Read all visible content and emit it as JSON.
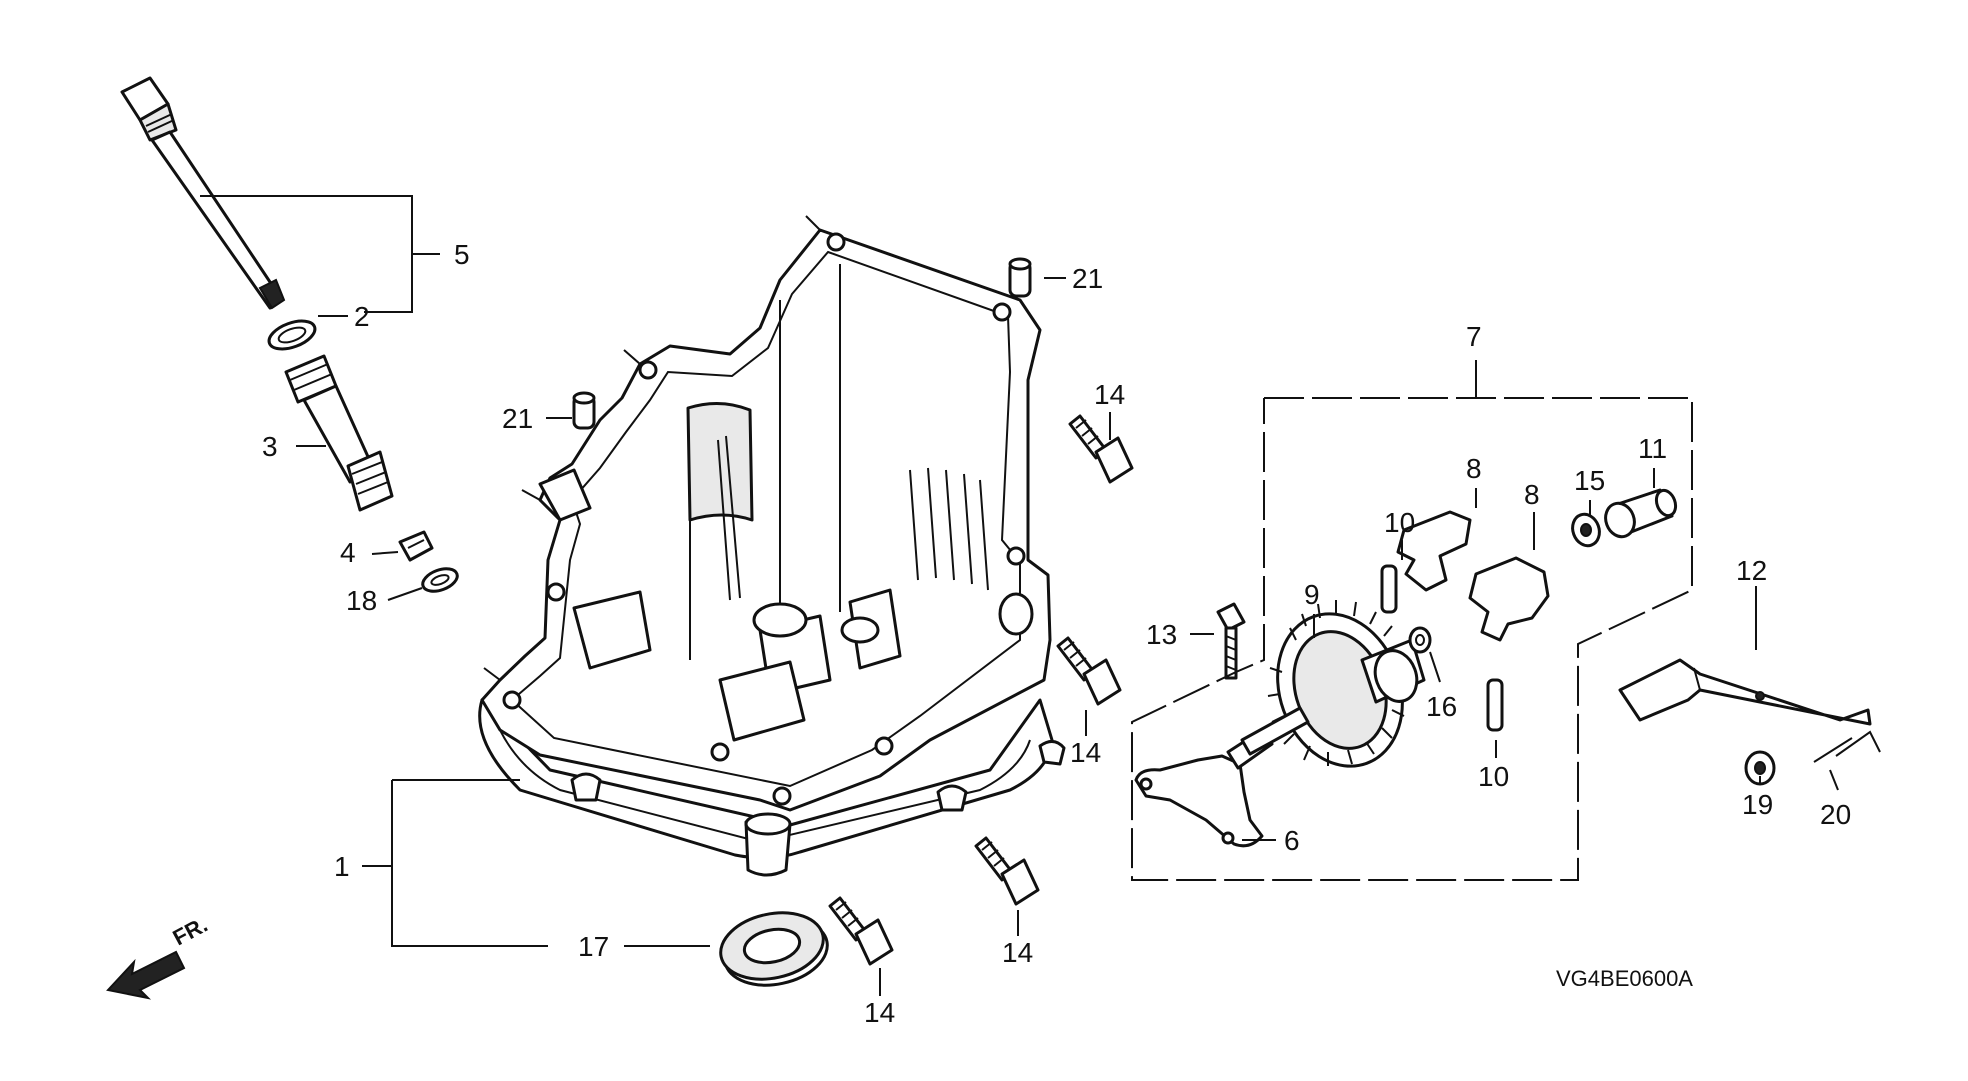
{
  "diagram": {
    "diagram_code": "VG4BE0600A",
    "direction_marker": "FR.",
    "callouts": {
      "c1": "1",
      "c2": "2",
      "c3": "3",
      "c4": "4",
      "c5": "5",
      "c6": "6",
      "c7": "7",
      "c8a": "8",
      "c8b": "8",
      "c9": "9",
      "c10a": "10",
      "c10b": "10",
      "c11": "11",
      "c12": "12",
      "c13": "13",
      "c14a": "14",
      "c14b": "14",
      "c14c": "14",
      "c14d": "14",
      "c15": "15",
      "c16": "16",
      "c17": "17",
      "c18": "18",
      "c19": "19",
      "c20": "20",
      "c21a": "21",
      "c21b": "21"
    }
  }
}
